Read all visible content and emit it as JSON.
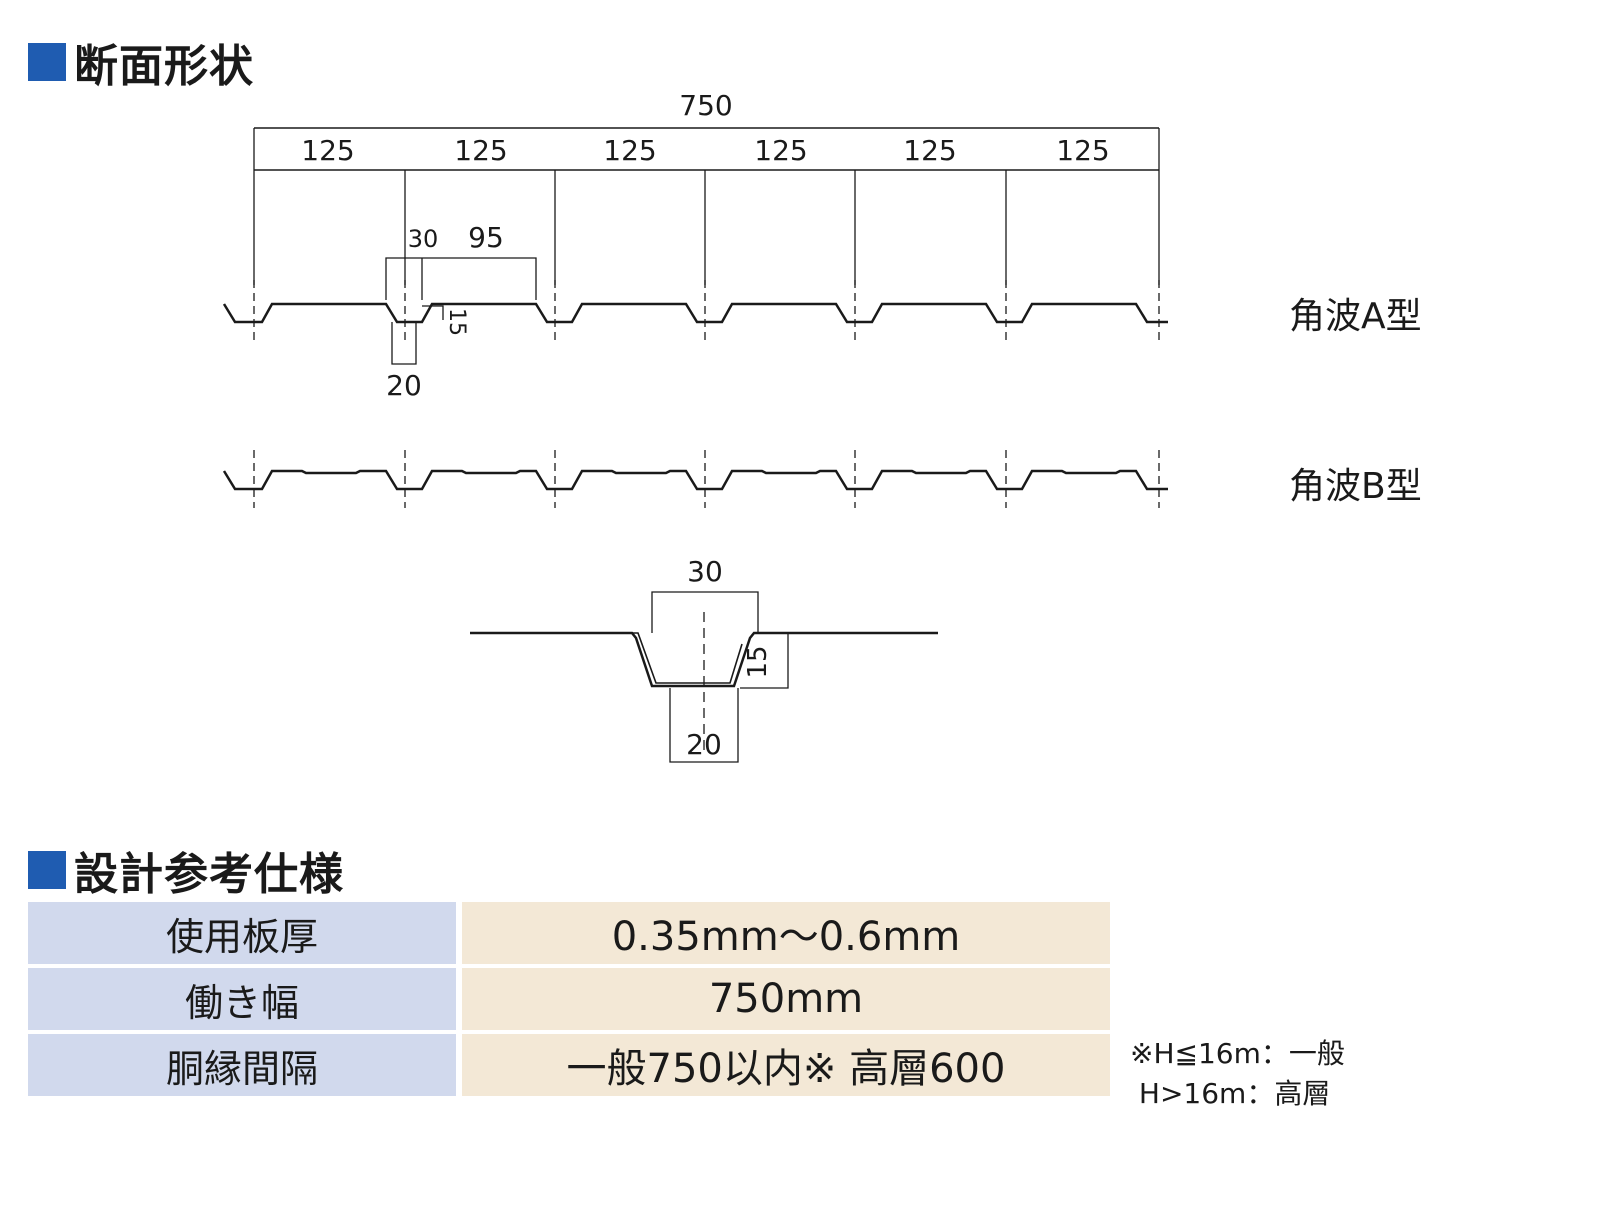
{
  "sections": {
    "cross_section_title": "断面形状",
    "spec_title": "設計参考仕様"
  },
  "colors": {
    "heading_square": "#1f5cb1",
    "label_bg": "#d1d9ed",
    "value_bg": "#f3e8d6",
    "line": "#1a1a1a"
  },
  "diagram": {
    "total_width": "750",
    "pitch_labels": [
      "125",
      "125",
      "125",
      "125",
      "125",
      "125"
    ],
    "top_width": "30",
    "flat_width": "95",
    "depth": "15",
    "bottom_width": "20",
    "type_a_label": "角波A型",
    "type_b_label": "角波B型",
    "detail_top_width": "30",
    "detail_depth": "15",
    "detail_bottom_width": "20"
  },
  "spec_table": [
    {
      "label": "使用板厚",
      "value": "0.35mm～0.6mm"
    },
    {
      "label": "働き幅",
      "value": "750mm"
    },
    {
      "label": "胴縁間隔",
      "value": "一般750以内※ 高層600"
    }
  ],
  "note": {
    "line1": "※H≦16m：一般",
    "line2": " H>16m：高層"
  }
}
